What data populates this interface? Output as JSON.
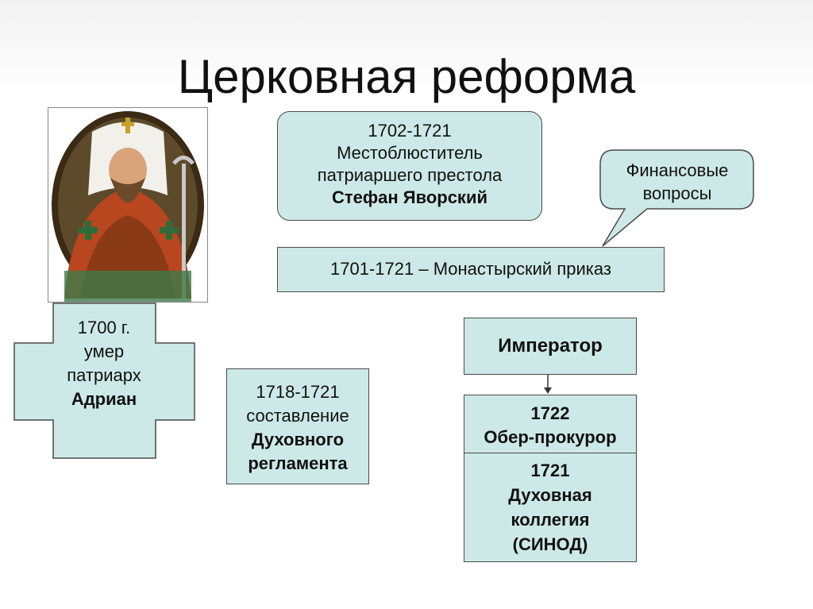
{
  "title": "Церковная реформа",
  "stefan": {
    "years": "1702-1721",
    "role_line1": "Местоблюститель",
    "role_line2": "патриаршего престола",
    "name": "Стефан Яворский"
  },
  "finance": {
    "line1": "Финансовые",
    "line2": "вопросы"
  },
  "prikaz": {
    "text": "1701-1721 – Монастырский приказ"
  },
  "adrian": {
    "line1": "1700 г.",
    "line2": "умер",
    "line3": "патриарх",
    "name": "Адриан"
  },
  "reglament": {
    "years": "1718-1721",
    "line2": "составление",
    "line3": "Духовного",
    "line4": "регламента"
  },
  "emperor": {
    "label": "Император"
  },
  "ober": {
    "year": "1722",
    "label": "Обер-прокурор"
  },
  "synod": {
    "year": "1721",
    "line2": "Духовная",
    "line3": "коллегия",
    "line4": "(СИНОД)"
  },
  "colors": {
    "box_fill": "#cde9e7",
    "border": "#4a4a4a"
  },
  "icons": {
    "portrait": "icon-portrait",
    "arrow": "arrow-down-icon"
  }
}
